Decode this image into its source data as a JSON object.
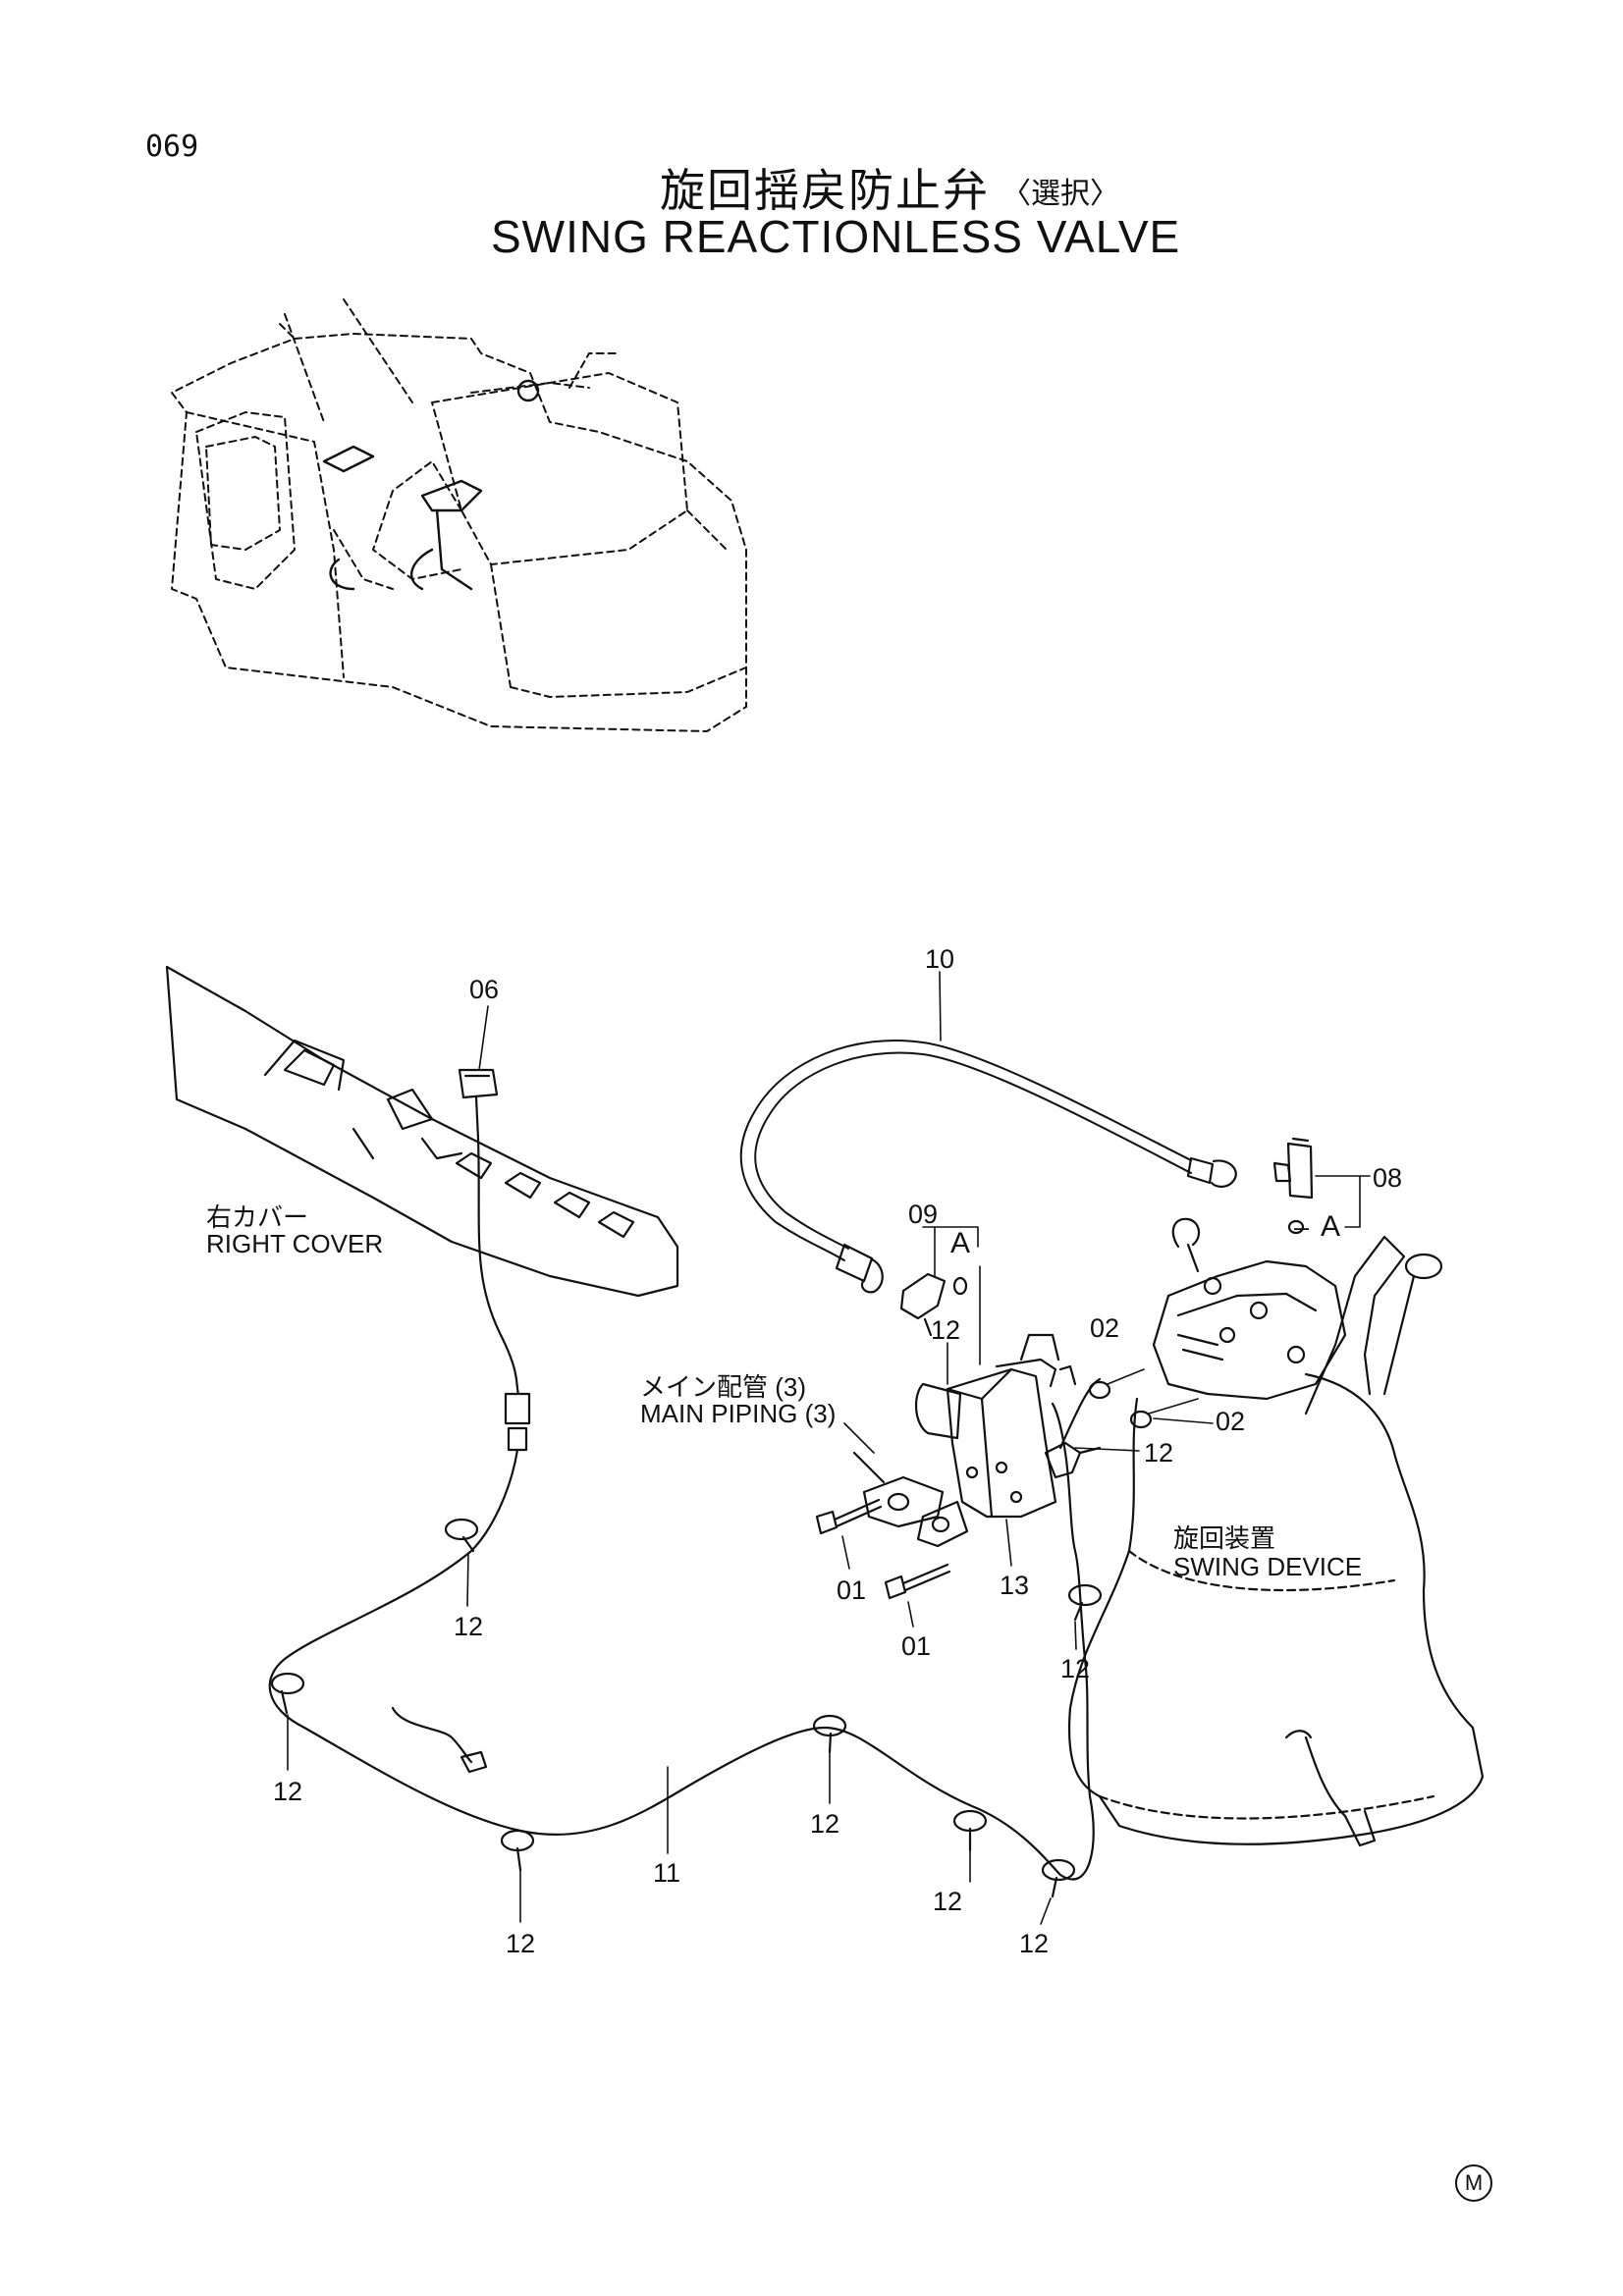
{
  "header": {
    "page_number": "069",
    "title_jp": "旋回揺戻防止弁",
    "title_jp_note": "〈選択〉",
    "title_en": "SWING REACTIONLESS VALVE"
  },
  "labels": {
    "right_cover_jp": "右カバー",
    "right_cover_en": "RIGHT COVER",
    "main_piping_jp": "メイン配管 (3)",
    "main_piping_en": "MAIN PIPING (3)",
    "swing_device_jp": "旋回装置",
    "swing_device_en": "SWING DEVICE",
    "detail_a1": "A",
    "detail_a2": "A"
  },
  "callouts": {
    "c10": "10",
    "c06": "06",
    "c08": "08",
    "c09": "09",
    "c02a": "02",
    "c02b": "02",
    "c12_valve": "12",
    "c12_right": "12",
    "c13": "13",
    "c01a": "01",
    "c01b": "01",
    "c12_a": "12",
    "c12_b": "12",
    "c12_c": "12",
    "c12_d": "12",
    "c12_e": "12",
    "c12_f": "12",
    "c12_g": "12",
    "c11": "11"
  },
  "footer": {
    "mark": "M"
  }
}
